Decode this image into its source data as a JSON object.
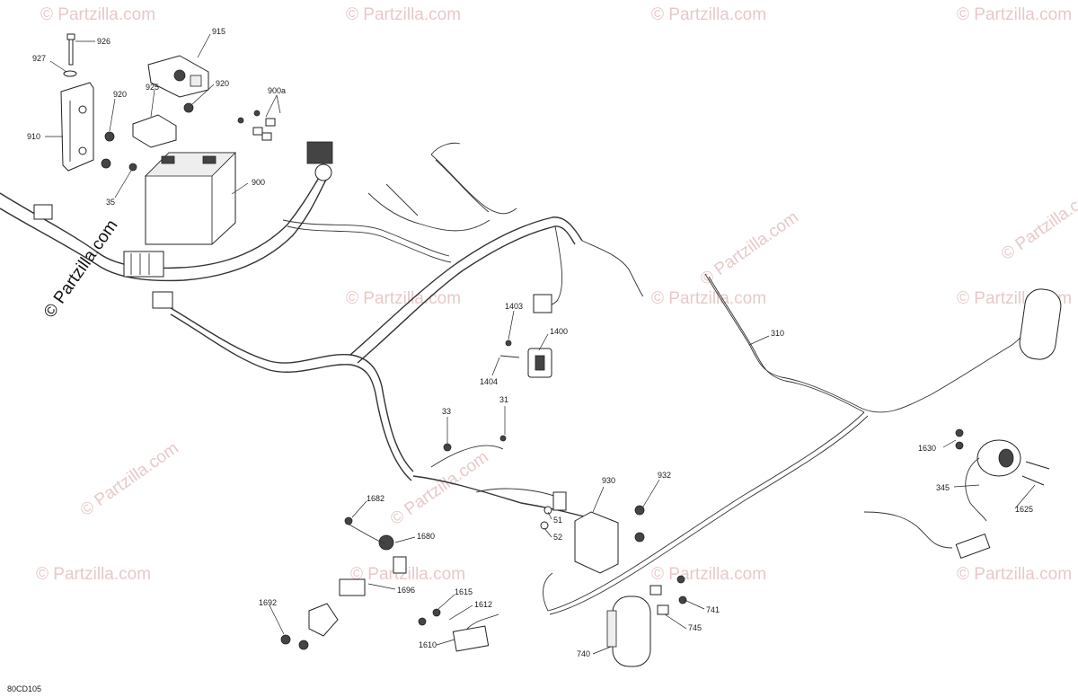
{
  "diagram_code": "80CD105",
  "watermark": {
    "text": "© Partzilla.com",
    "logo_text": "© Partzilla.com"
  },
  "colors": {
    "line": "#222222",
    "watermark": "#e7c9c9"
  },
  "callouts": [
    "926",
    "927",
    "915",
    "920",
    "925",
    "900a",
    "910",
    "920",
    "35",
    "900",
    "1403",
    "1400",
    "1404",
    "310",
    "33",
    "31",
    "930",
    "932",
    "1630",
    "1682",
    "51",
    "52",
    "345",
    "1625",
    "1680",
    "1696",
    "741",
    "1692",
    "1615",
    "1612",
    "745",
    "1610",
    "740"
  ]
}
